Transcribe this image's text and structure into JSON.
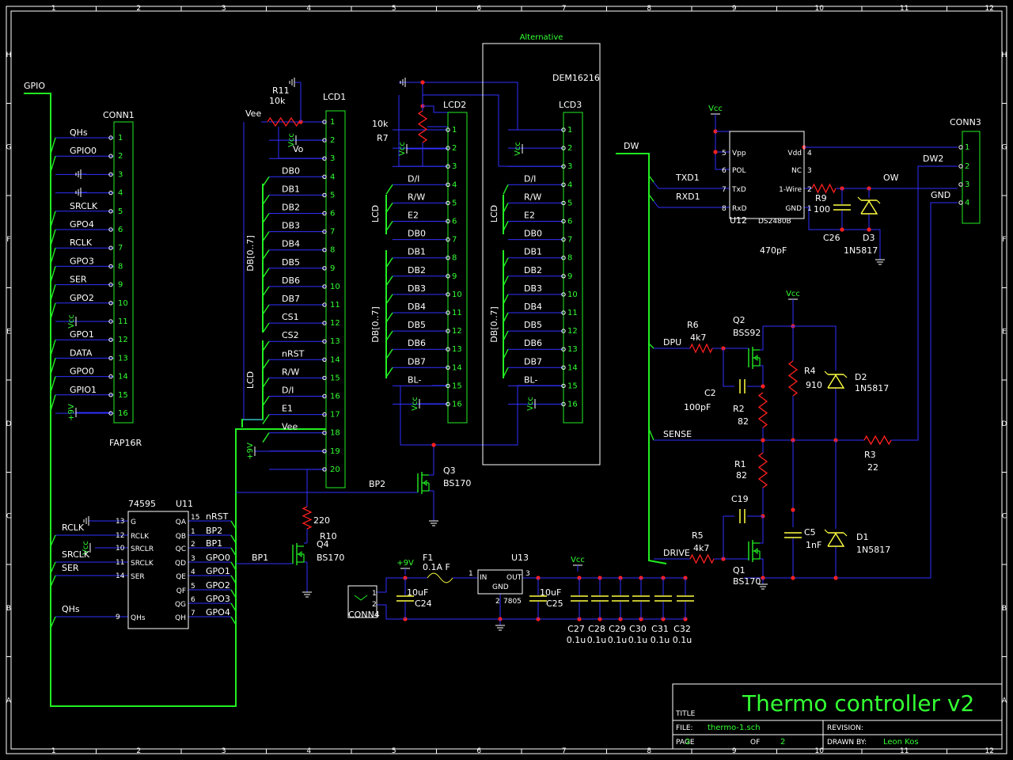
{
  "title_block": {
    "title_label": "TITLE",
    "title": "Thermo controller v2",
    "file_label": "FILE:",
    "file": "thermo-1.sch",
    "revision_label": "REVISION:",
    "page_label": "PAGE",
    "page": "2",
    "of_label": "OF",
    "of": "2",
    "drawn_label": "DRAWN BY:",
    "drawn_by": "Leon Kos"
  },
  "frame": {
    "cols": [
      "1",
      "2",
      "3",
      "4",
      "5",
      "6",
      "7",
      "8",
      "9",
      "10",
      "11",
      "12"
    ],
    "rows": [
      "H",
      "G",
      "F",
      "E",
      "D",
      "C",
      "B",
      "A"
    ]
  },
  "conn1": {
    "ref": "CONN1",
    "type": "FAP16R",
    "bus": "GPIO",
    "pins": [
      "1",
      "2",
      "3",
      "4",
      "5",
      "6",
      "7",
      "8",
      "9",
      "10",
      "11",
      "12",
      "13",
      "14",
      "15",
      "16"
    ],
    "labels": [
      "QHs",
      "GPIO0",
      "",
      "",
      "SRCLK",
      "GPO4",
      "RCLK",
      "GPO3",
      "SER",
      "GPO2",
      "",
      "GPO1",
      "DATA",
      "GPO0",
      "GPIO1",
      ""
    ],
    "power": [
      "Vcc",
      "+9V"
    ]
  },
  "lcd1": {
    "ref": "LCD1",
    "pins": [
      "1",
      "2",
      "3",
      "4",
      "5",
      "6",
      "7",
      "8",
      "9",
      "10",
      "11",
      "12",
      "13",
      "14",
      "15",
      "16",
      "17",
      "18",
      "19",
      "20"
    ],
    "labels": [
      "",
      "",
      "",
      "DB0",
      "DB1",
      "DB2",
      "DB3",
      "DB4",
      "DB5",
      "DB6",
      "DB7",
      "CS1",
      "CS2",
      "nRST",
      "R/W",
      "D/I",
      "E1",
      "Vee",
      "",
      ""
    ],
    "bus_db": "DB[0..7]",
    "bus_lcd": "LCD",
    "vee": "Vee",
    "vcc": "Vcc",
    "vo": "Vo",
    "pot_ref": "R11",
    "pot_val": "10k",
    "plus9": "+9V"
  },
  "lcd2": {
    "ref": "LCD2",
    "labels": [
      "",
      "",
      "",
      "D/I",
      "R/W",
      "E2",
      "DB0",
      "DB1",
      "DB2",
      "DB3",
      "DB4",
      "DB5",
      "DB6",
      "DB7",
      "BL-",
      ""
    ],
    "pins": [
      "1",
      "2",
      "3",
      "4",
      "5",
      "6",
      "7",
      "8",
      "9",
      "10",
      "11",
      "12",
      "13",
      "14",
      "15",
      "16"
    ],
    "pot_ref": "R7",
    "pot_val": "10k",
    "vcc": "Vcc",
    "bus_db": "DB[0..7]",
    "bus_lcd": "LCD"
  },
  "lcd3": {
    "ref": "LCD3",
    "part": "DEM16216",
    "alt": "Alternative",
    "labels": [
      "",
      "",
      "",
      "D/I",
      "R/W",
      "E2",
      "DB0",
      "DB1",
      "DB2",
      "DB3",
      "DB4",
      "DB5",
      "DB6",
      "DB7",
      "BL-",
      ""
    ],
    "vcc": "Vcc",
    "bus_db": "DB[0..7]",
    "bus_lcd": "LCD"
  },
  "u11": {
    "ref": "U11",
    "part": "74595",
    "in_pins": [
      "13",
      "12",
      "10",
      "11",
      "14",
      "9"
    ],
    "in_names": [
      "G",
      "RCLK",
      "SRCLR",
      "SRCLK",
      "SER",
      "QHs"
    ],
    "out_pins": [
      "15",
      "1",
      "2",
      "3",
      "4",
      "5",
      "6",
      "7"
    ],
    "out_names": [
      "QA",
      "QB",
      "QC",
      "QD",
      "QE",
      "QF",
      "QG",
      "QH"
    ],
    "out_nets": [
      "nRST",
      "BP2",
      "BP1",
      "GPO0",
      "GPO1",
      "GPO2",
      "GPO3",
      "GPO4"
    ],
    "in_nets": [
      "RCLK",
      "SRCLK",
      "SER",
      "QHs"
    ],
    "vcc": "Vcc"
  },
  "transistors": {
    "q3": {
      "ref": "Q3",
      "part": "BS170",
      "net": "BP2"
    },
    "q4": {
      "ref": "Q4",
      "part": "BS170",
      "net": "BP1"
    },
    "r10": {
      "ref": "R10",
      "val": "220"
    }
  },
  "power": {
    "conn4": "CONN4",
    "plus9": "+9V",
    "f1_ref": "F1",
    "f1_val": "0.1A F",
    "u13_ref": "U13",
    "u13_part": "7805",
    "u13_in": "IN",
    "u13_out": "OUT",
    "u13_gnd": "GND",
    "c24": "C24",
    "c24_val": "10uF",
    "c25": "C25",
    "c25_val": "10uF",
    "vcc": "Vcc",
    "caps": [
      "C27",
      "C28",
      "C29",
      "C30",
      "C31",
      "C32"
    ],
    "cap_val": "0.1u",
    "pin1": "1",
    "pin2": "2",
    "pin3": "3",
    "pin_u13_gnd": "2"
  },
  "onewire": {
    "ow": "DW",
    "u12_ref": "U12",
    "u12_part": "DS2480B",
    "u12_pins_l": [
      "5",
      "6",
      "7",
      "8"
    ],
    "u12_names_l": [
      "Vpp",
      "POL",
      "TxD",
      "RxD"
    ],
    "u12_pins_r": [
      "4",
      "3",
      "2",
      "1"
    ],
    "u12_names_r": [
      "Vdd",
      "NC",
      "1-Wire",
      "GND"
    ],
    "txd": "TXD1",
    "rxd": "RXD1",
    "r9": "R9",
    "r9_val": "100",
    "c26": "C26",
    "c26_val": "470pF",
    "d3": "D3",
    "d3_val": "1N5817",
    "ow_net": "OW",
    "vcc": "Vcc",
    "conn3": "CONN3",
    "conn3_pins": [
      "1",
      "2",
      "3",
      "4"
    ],
    "dw2": "DW2",
    "gnd": "GND"
  },
  "heater": {
    "dpu": "DPU",
    "r6": "R6",
    "r6_val": "4k7",
    "q2": "Q2",
    "q2_part": "BSS92",
    "c2": "C2",
    "c2_val": "100pF",
    "r2": "R2",
    "r2_val": "82",
    "r4": "R4",
    "r4_val": "910",
    "d2": "D2",
    "d2_val": "1N5817",
    "sense": "SENSE",
    "r3": "R3",
    "r3_val": "22",
    "r1": "R1",
    "r1_val": "82",
    "c19": "C19",
    "c5": "C5",
    "c5_val": "1nF",
    "d1": "D1",
    "d1_val": "1N5817",
    "drive": "DRIVE",
    "r5": "R5",
    "r5_val": "4k7",
    "q1": "Q1",
    "q1_part": "BS170",
    "vcc": "Vcc"
  }
}
